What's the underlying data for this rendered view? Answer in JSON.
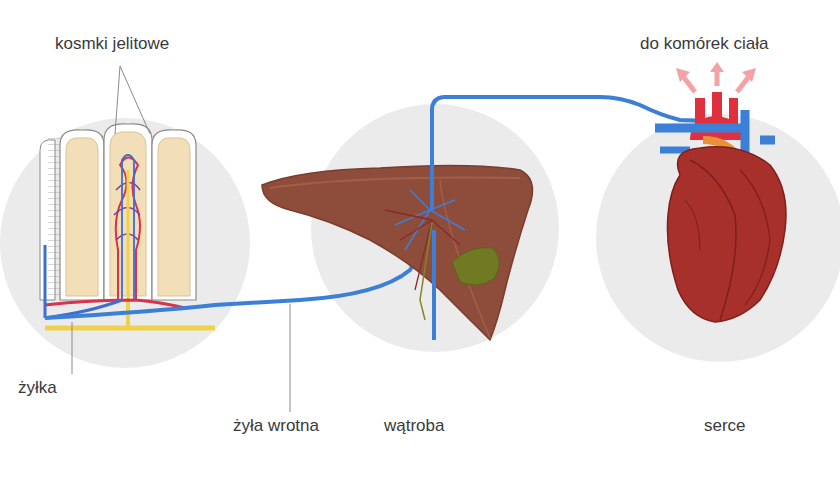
{
  "diagram": {
    "labels": [
      "kosmki jelitowe",
      "do komórek ciała",
      "żyłka",
      "żyła wrotna",
      "wątroba",
      "serce"
    ]
  }
}
